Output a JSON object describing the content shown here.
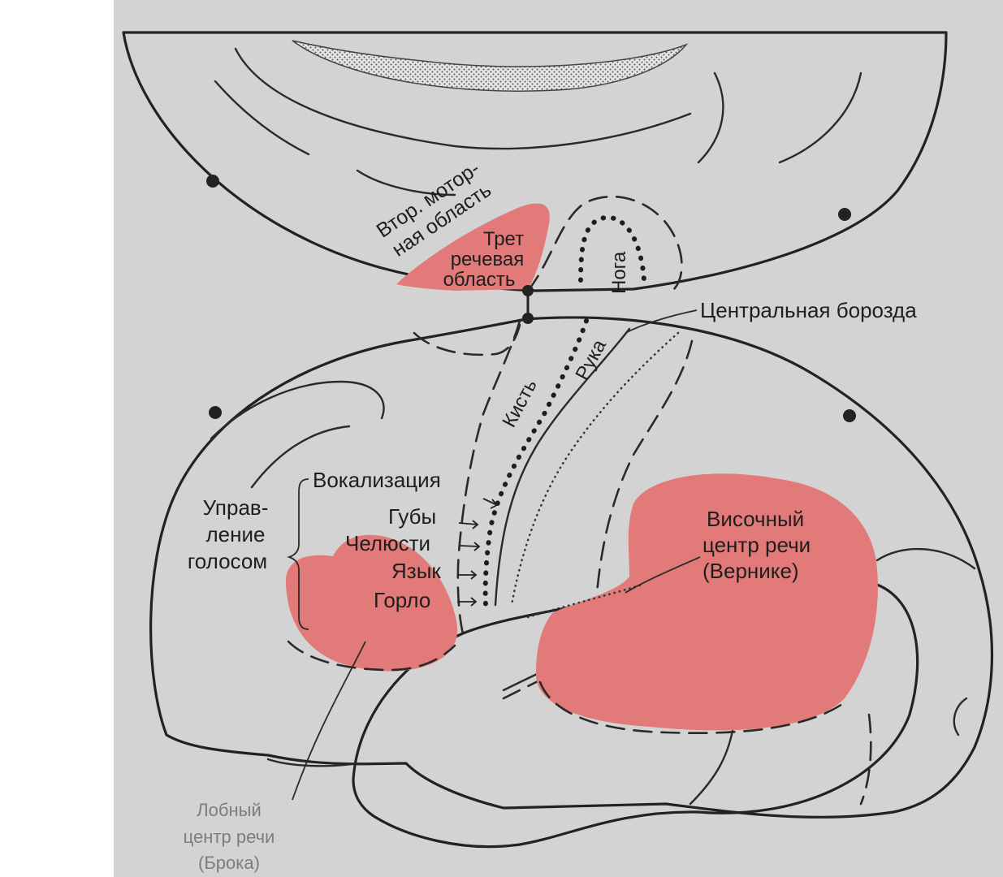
{
  "labels": {
    "secondary_motor": [
      "Втор. мотор-",
      "ная область"
    ],
    "third_speech": [
      "Трет",
      "речевая",
      "область"
    ],
    "leg": "Нога",
    "arm": "Рука",
    "hand": "Кисть",
    "central_sulcus": "Центральная борозда",
    "voice_control": [
      "Управ-",
      "ление",
      "голосом"
    ],
    "vocalization": "Вокализация",
    "lips": "Губы",
    "jaws": "Челюсти",
    "tongue": "Язык",
    "larynx": "Горло",
    "wernicke": [
      "Височный",
      "центр речи",
      "(Вернике)"
    ],
    "broca": [
      "Лобный",
      "центр речи",
      "(Брока)"
    ]
  },
  "colors": {
    "speech_area": "#e37a7a",
    "brain_fill": "#fbfbfb",
    "background": "#d3d3d3"
  }
}
